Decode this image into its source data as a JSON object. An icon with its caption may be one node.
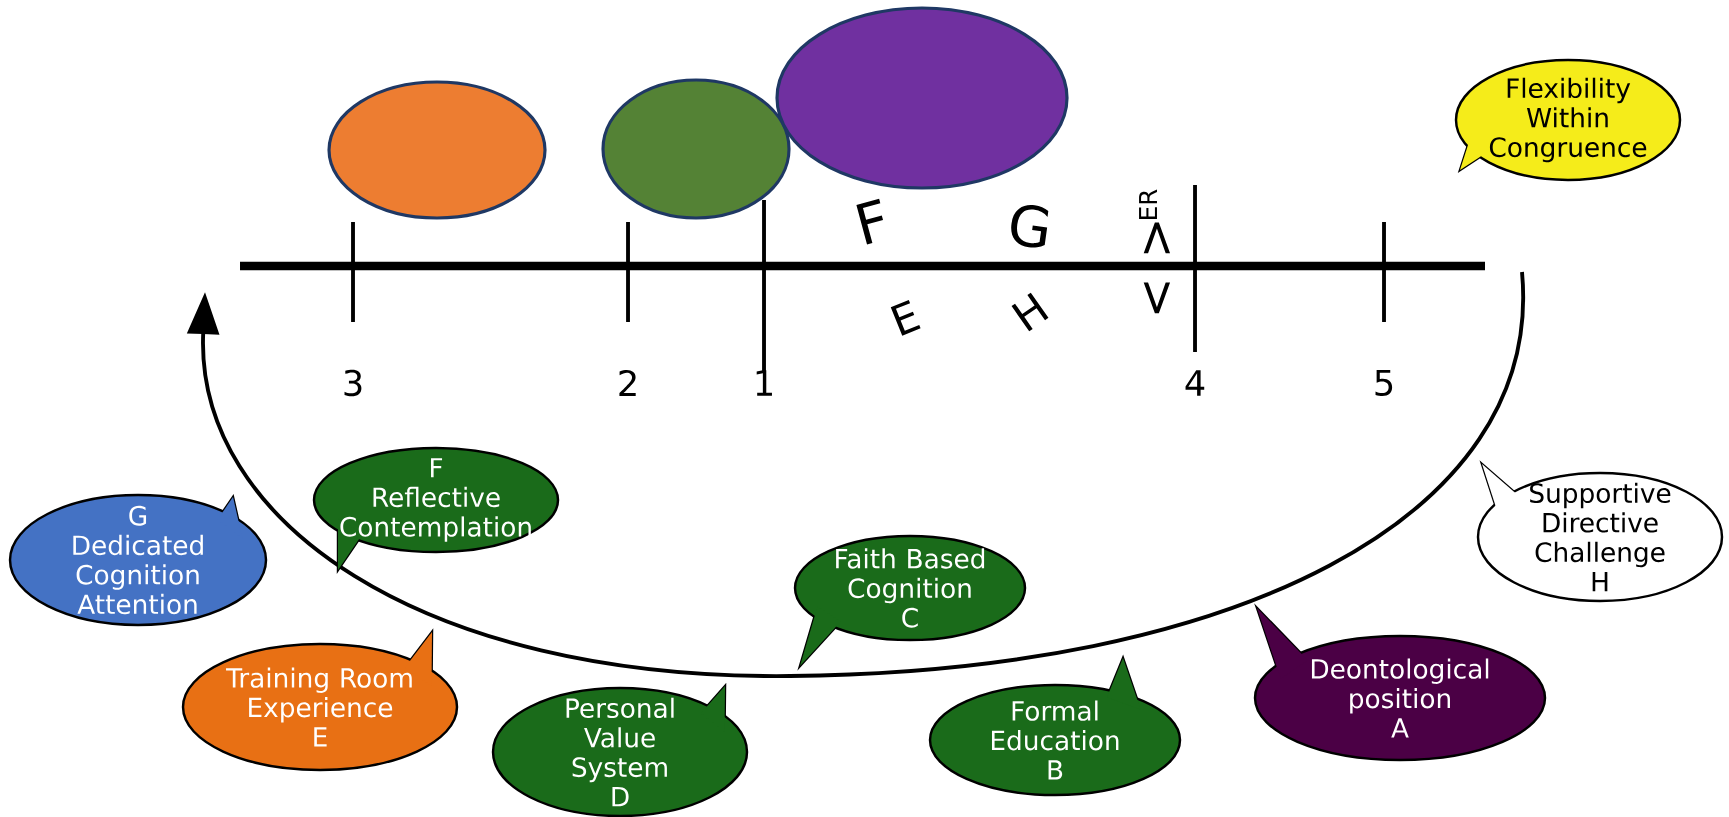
{
  "diagram": {
    "nodes": [
      {
        "text": [],
        "shape": "ellipse"
      },
      {
        "text": [],
        "shape": "ellipse"
      },
      {
        "text": [],
        "shape": "ellipse"
      },
      {
        "text": [
          "Flexibility Within Congruence"
        ]
      },
      {
        "text": [
          "G",
          "Dedicated Cognition Attention"
        ]
      },
      {
        "text": [
          "F",
          "Reflective Contemplation"
        ]
      },
      {
        "text": [
          "Faith Based Cognition",
          "C"
        ]
      },
      {
        "text": [
          "Training Room Experience",
          "E"
        ]
      },
      {
        "text": [
          "Personal Value System",
          "D"
        ]
      },
      {
        "text": [
          "Formal Education",
          "B"
        ]
      },
      {
        "text": [
          "Deontological position",
          "A"
        ]
      },
      {
        "text": [
          "Supportive Directive Challenge",
          "H"
        ]
      }
    ],
    "labels": [
      "F",
      "G",
      "ER",
      ">",
      "<",
      "E",
      "H",
      "3",
      "2",
      "1",
      "4",
      "5"
    ]
  }
}
